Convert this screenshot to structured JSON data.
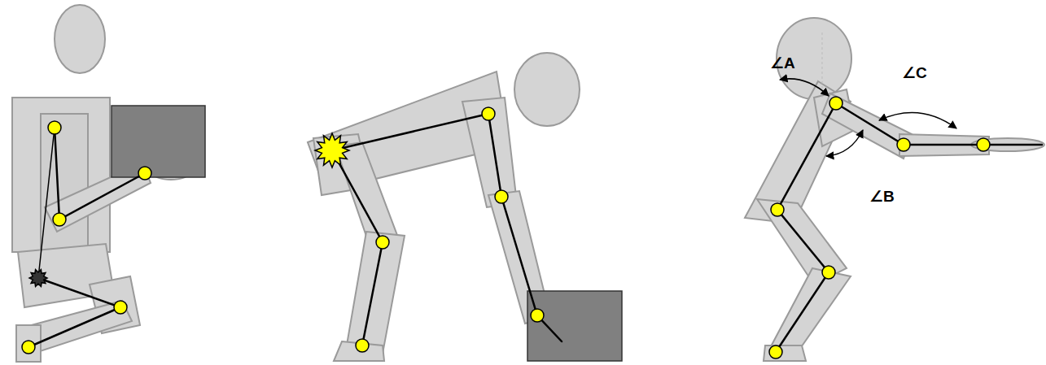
{
  "diagram": {
    "labels": [
      "∠A",
      "∠C",
      "∠B"
    ]
  }
}
